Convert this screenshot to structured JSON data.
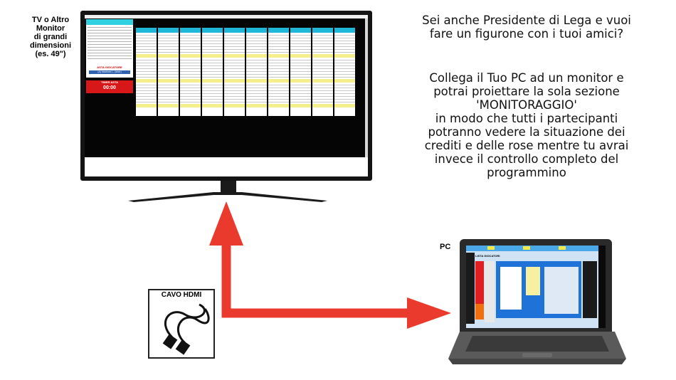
{
  "tv": {
    "label": "TV o Altro\nMonitor\ndi grandi\ndimensioni\n(es. 49\")",
    "app": {
      "asta_giocatore_label": "ASTA GIOCATORE",
      "asta_giocatore_value": "(A) Martinez L. (Inter)",
      "timer_label": "TIMER ASTA",
      "timer_value": "00:00"
    },
    "team_columns": 10
  },
  "text": {
    "question": "Sei anche Presidente di Lega e vuoi\nfare un figurone con i tuoi amici?",
    "description": "Collega il Tuo PC ad un monitor e\npotrai proiettare la sola sezione\n'MONITORAGGIO'\nin modo che tutti i partecipanti\npotranno vedere la situazione dei\ncrediti e delle rose mentre tu avrai\ninvece il controllo completo del\nprogrammino"
  },
  "cable": {
    "label": "CAVO HDMI"
  },
  "pc": {
    "label": "PC",
    "app_header": "LISTA GIOCATORI"
  },
  "colors": {
    "arrow": "#ea3a2e",
    "tv_bezel": "#141414",
    "laptop": "#4a4a4a",
    "header_cyan": "#2fd0e0",
    "timer_red": "#d81818",
    "laptop_app_blue": "#1f73d8"
  }
}
